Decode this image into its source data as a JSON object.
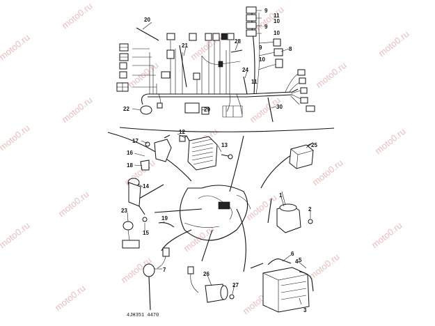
{
  "watermark": "moto0.ru",
  "part_numbers": [
    "1",
    "2",
    "3",
    "4",
    "5",
    "6",
    "7",
    "8",
    "9",
    "10",
    "11",
    "12",
    "13",
    "14",
    "15",
    "16",
    "17",
    "18",
    "19",
    "20",
    "21",
    "22",
    "23",
    "24",
    "25",
    "26",
    "27",
    "28",
    "29",
    "30"
  ],
  "connector_stack_labels": [
    "9",
    "11",
    "10",
    "9",
    "10"
  ],
  "diagram_code": "4JH351 4470",
  "colors": {
    "ink": "#111111",
    "watermark": "#e7b6b6",
    "background": "#ffffff"
  }
}
